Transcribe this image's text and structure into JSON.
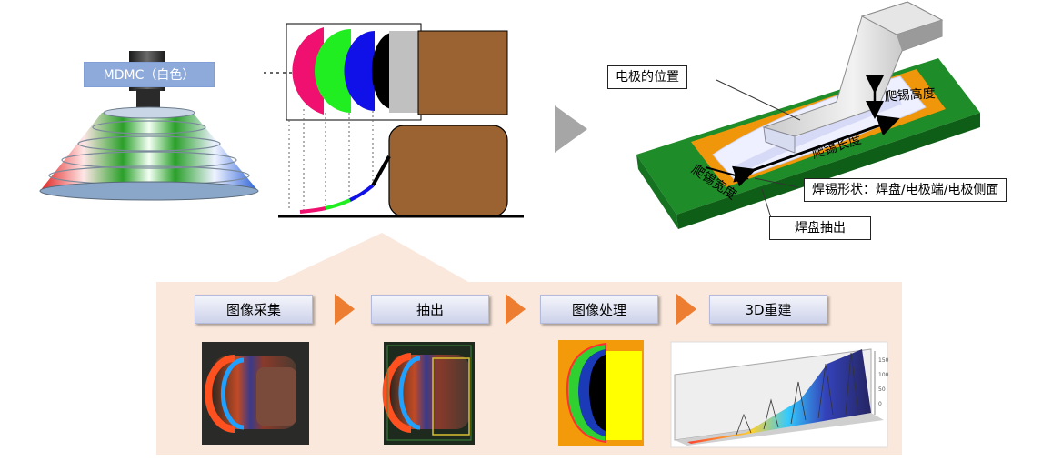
{
  "lighting": {
    "label": "MDMC（白色）"
  },
  "callouts": {
    "electrode_position": "电极的位置",
    "climb_height": "爬锡高度",
    "climb_length": "爬锡长度",
    "climb_width": "爬锡宽度",
    "solder_shape": "焊锡形状：焊盘/电极端/电极侧面",
    "pad_extract": "焊盘抽出"
  },
  "steps": [
    {
      "label": "图像采集"
    },
    {
      "label": "抽出"
    },
    {
      "label": "图像处理"
    },
    {
      "label": "3D重建"
    }
  ],
  "colors": {
    "panel": "#fbe8dc",
    "arrow_orange": "#ed7d31",
    "arrow_gray": "#a6a6a6",
    "pcb_green": "#1e8c28",
    "pad_orange": "#f0960a",
    "component_brown": "#9b6331",
    "label_blue": "#8eaadb"
  }
}
